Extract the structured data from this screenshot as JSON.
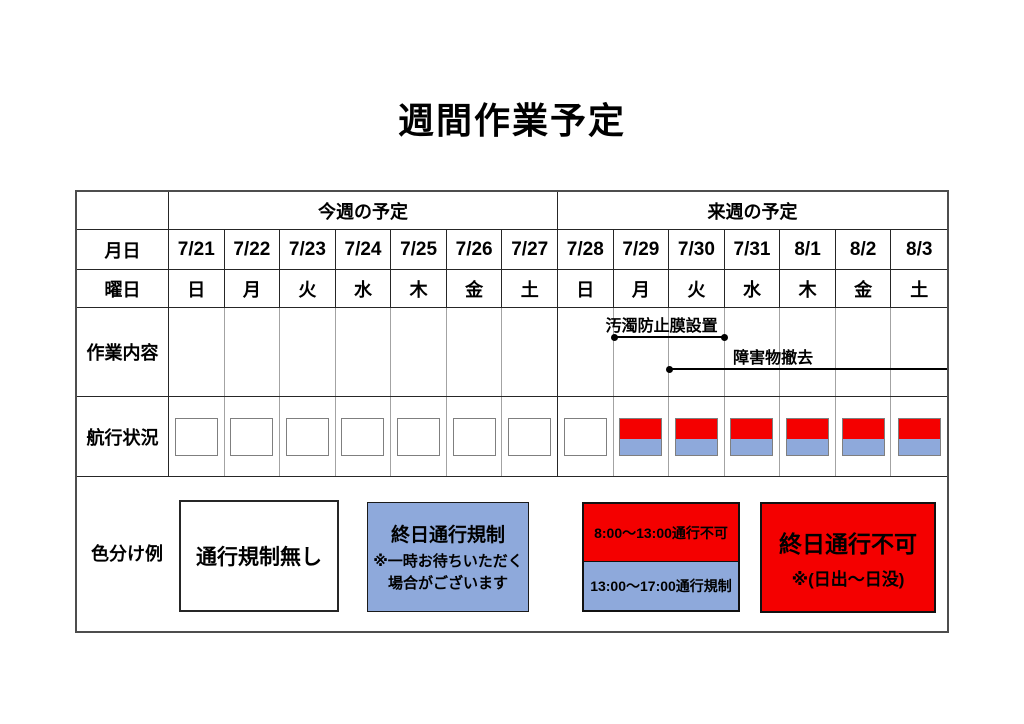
{
  "title": "週間作業予定",
  "colors": {
    "accent_red": "#f40000",
    "accent_blue": "#8ea9db"
  },
  "table": {
    "week_headers": [
      {
        "label": "今週の予定"
      },
      {
        "label": "来週の予定"
      }
    ],
    "row_labels": {
      "date": "月日",
      "weekday": "曜日",
      "work": "作業内容",
      "navigation": "航行状況",
      "legend": "色分け例"
    },
    "days": [
      {
        "date": "7/21",
        "weekday": "日",
        "status": "clear"
      },
      {
        "date": "7/22",
        "weekday": "月",
        "status": "clear"
      },
      {
        "date": "7/23",
        "weekday": "火",
        "status": "clear"
      },
      {
        "date": "7/24",
        "weekday": "水",
        "status": "clear"
      },
      {
        "date": "7/25",
        "weekday": "木",
        "status": "clear"
      },
      {
        "date": "7/26",
        "weekday": "金",
        "status": "clear"
      },
      {
        "date": "7/27",
        "weekday": "土",
        "status": "clear"
      },
      {
        "date": "7/28",
        "weekday": "日",
        "status": "clear"
      },
      {
        "date": "7/29",
        "weekday": "月",
        "status": "split"
      },
      {
        "date": "7/30",
        "weekday": "火",
        "status": "split"
      },
      {
        "date": "7/31",
        "weekday": "水",
        "status": "split"
      },
      {
        "date": "8/1",
        "weekday": "木",
        "status": "split"
      },
      {
        "date": "8/2",
        "weekday": "金",
        "status": "split"
      },
      {
        "date": "8/3",
        "weekday": "土",
        "status": "split"
      }
    ],
    "tasks": [
      {
        "name": "汚濁防止膜設置",
        "start_date": "7/29",
        "end_date": "7/30",
        "start_index": 8,
        "end_index": 9,
        "end_dot": true
      },
      {
        "name": "障害物撤去",
        "start_date": "7/30",
        "end_date": "8/3",
        "start_index": 9,
        "end_index": 13,
        "end_dot": false
      }
    ]
  },
  "legend": {
    "no_restriction": {
      "title": "通行規制無し"
    },
    "allday_regulated": {
      "title": "終日通行規制",
      "note1": "※一時お待ちいただく",
      "note2": "場合がございます"
    },
    "partial": {
      "top": "8:00〜13:00通行不可",
      "bottom": "13:00〜17:00通行規制"
    },
    "allday_closed": {
      "title": "終日通行不可",
      "note": "※(日出〜日没)"
    }
  }
}
